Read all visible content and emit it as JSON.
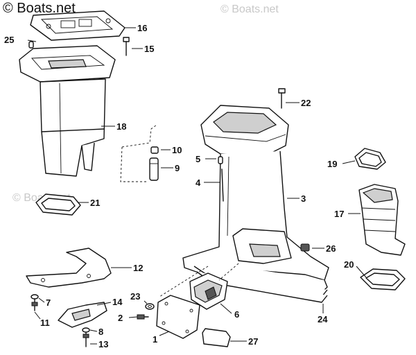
{
  "watermark": {
    "primary": "© Boats.net",
    "faint": "© Boats.net"
  },
  "callouts": {
    "c1": "1",
    "c2": "2",
    "c3": "3",
    "c4": "4",
    "c5": "5",
    "c6": "6",
    "c7": "7",
    "c8": "8",
    "c9": "9",
    "c10": "10",
    "c11": "11",
    "c12": "12",
    "c13": "13",
    "c14": "14",
    "c15": "15",
    "c16": "16",
    "c17": "17",
    "c18": "18",
    "c19": "19",
    "c20": "20",
    "c21": "21",
    "c22": "22",
    "c23": "23",
    "c24": "24",
    "c25": "25",
    "c26": "26",
    "c27": "27"
  }
}
